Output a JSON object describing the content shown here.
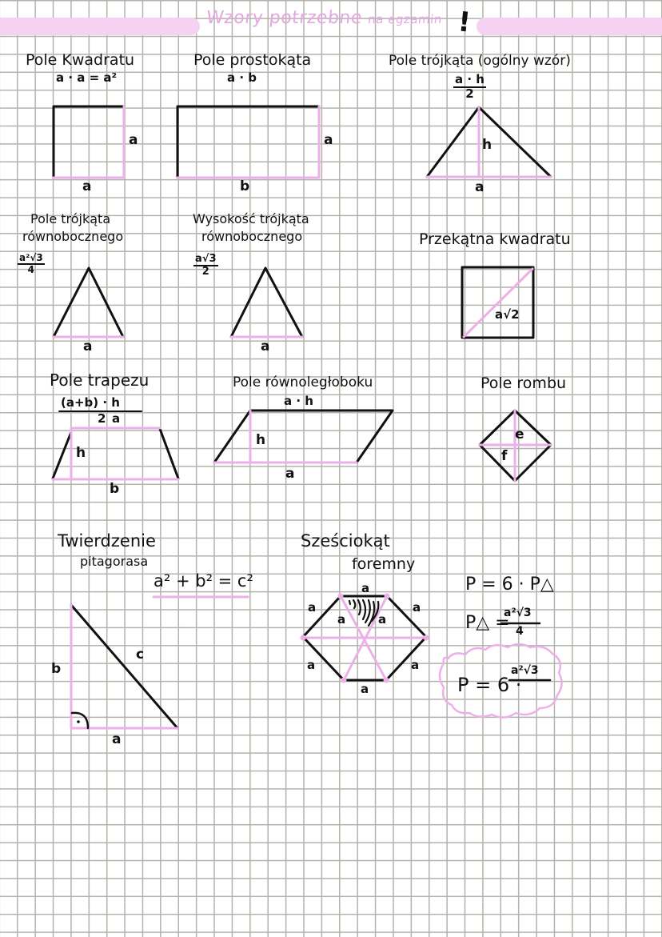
{
  "header": {
    "title": "Wzory potrzebne na egzamin",
    "title_part1": "Wzory potrzebne",
    "title_part2": "na egzamin",
    "exclamation": "!",
    "band_color": "#f5d2f1",
    "title_color": "#e6a6e3"
  },
  "colors": {
    "ink": "#111111",
    "highlight": "#ecb0e8",
    "grid": "#b3b3ab"
  },
  "sections": {
    "square_area": {
      "title": "Pole Kwadratu",
      "formula": "a · a = a²",
      "labels": {
        "side": "a",
        "bottom": "a"
      }
    },
    "rectangle_area": {
      "title": "Pole prostokąta",
      "formula": "a · b",
      "labels": {
        "side": "a",
        "bottom": "b"
      }
    },
    "triangle_area": {
      "title": "Pole trójkąta (ogólny wzór)",
      "formula_num": "a · h",
      "formula_den": "2",
      "labels": {
        "height": "h",
        "base": "a"
      }
    },
    "equilateral_area": {
      "title_line1": "Pole trójkąta",
      "title_line2": "równobocznego",
      "formula_num": "a²√3",
      "formula_den": "4",
      "labels": {
        "base": "a"
      }
    },
    "equilateral_height": {
      "title_line1": "Wysokość trójkąta",
      "title_line2": "równobocznego",
      "formula_num": "a√3",
      "formula_den": "2",
      "labels": {
        "base": "a"
      }
    },
    "square_diagonal": {
      "title": "Przekątna kwadratu",
      "labels": {
        "diagonal": "a√2"
      }
    },
    "trapezoid_area": {
      "title": "Pole trapezu",
      "formula_num": "(a+b) · h",
      "formula_den": "2",
      "labels": {
        "top": "a",
        "height": "h",
        "bottom": "b"
      }
    },
    "parallelogram_area": {
      "title": "Pole równoległoboku",
      "formula": "a · h",
      "labels": {
        "height": "h",
        "base": "a"
      }
    },
    "rhombus_area": {
      "title": "Pole rombu",
      "labels": {
        "diag_e": "e",
        "diag_f": "f"
      }
    },
    "pythagoras": {
      "title_line1": "Twierdzenie",
      "title_line2": "pitagorasa",
      "formula": "a² + b² = c²",
      "labels": {
        "leg_b": "b",
        "hyp_c": "c",
        "leg_a": "a"
      }
    },
    "hexagon": {
      "title_line1": "Sześciokąt",
      "title_line2": "foremny",
      "side_label": "a",
      "formula1": "P = 6 · P△",
      "formula2_left": "P△ =",
      "formula2_num": "a²√3",
      "formula2_den": "4",
      "formula3_left": "P = 6 ·",
      "formula3_num": "a²√3"
    }
  }
}
